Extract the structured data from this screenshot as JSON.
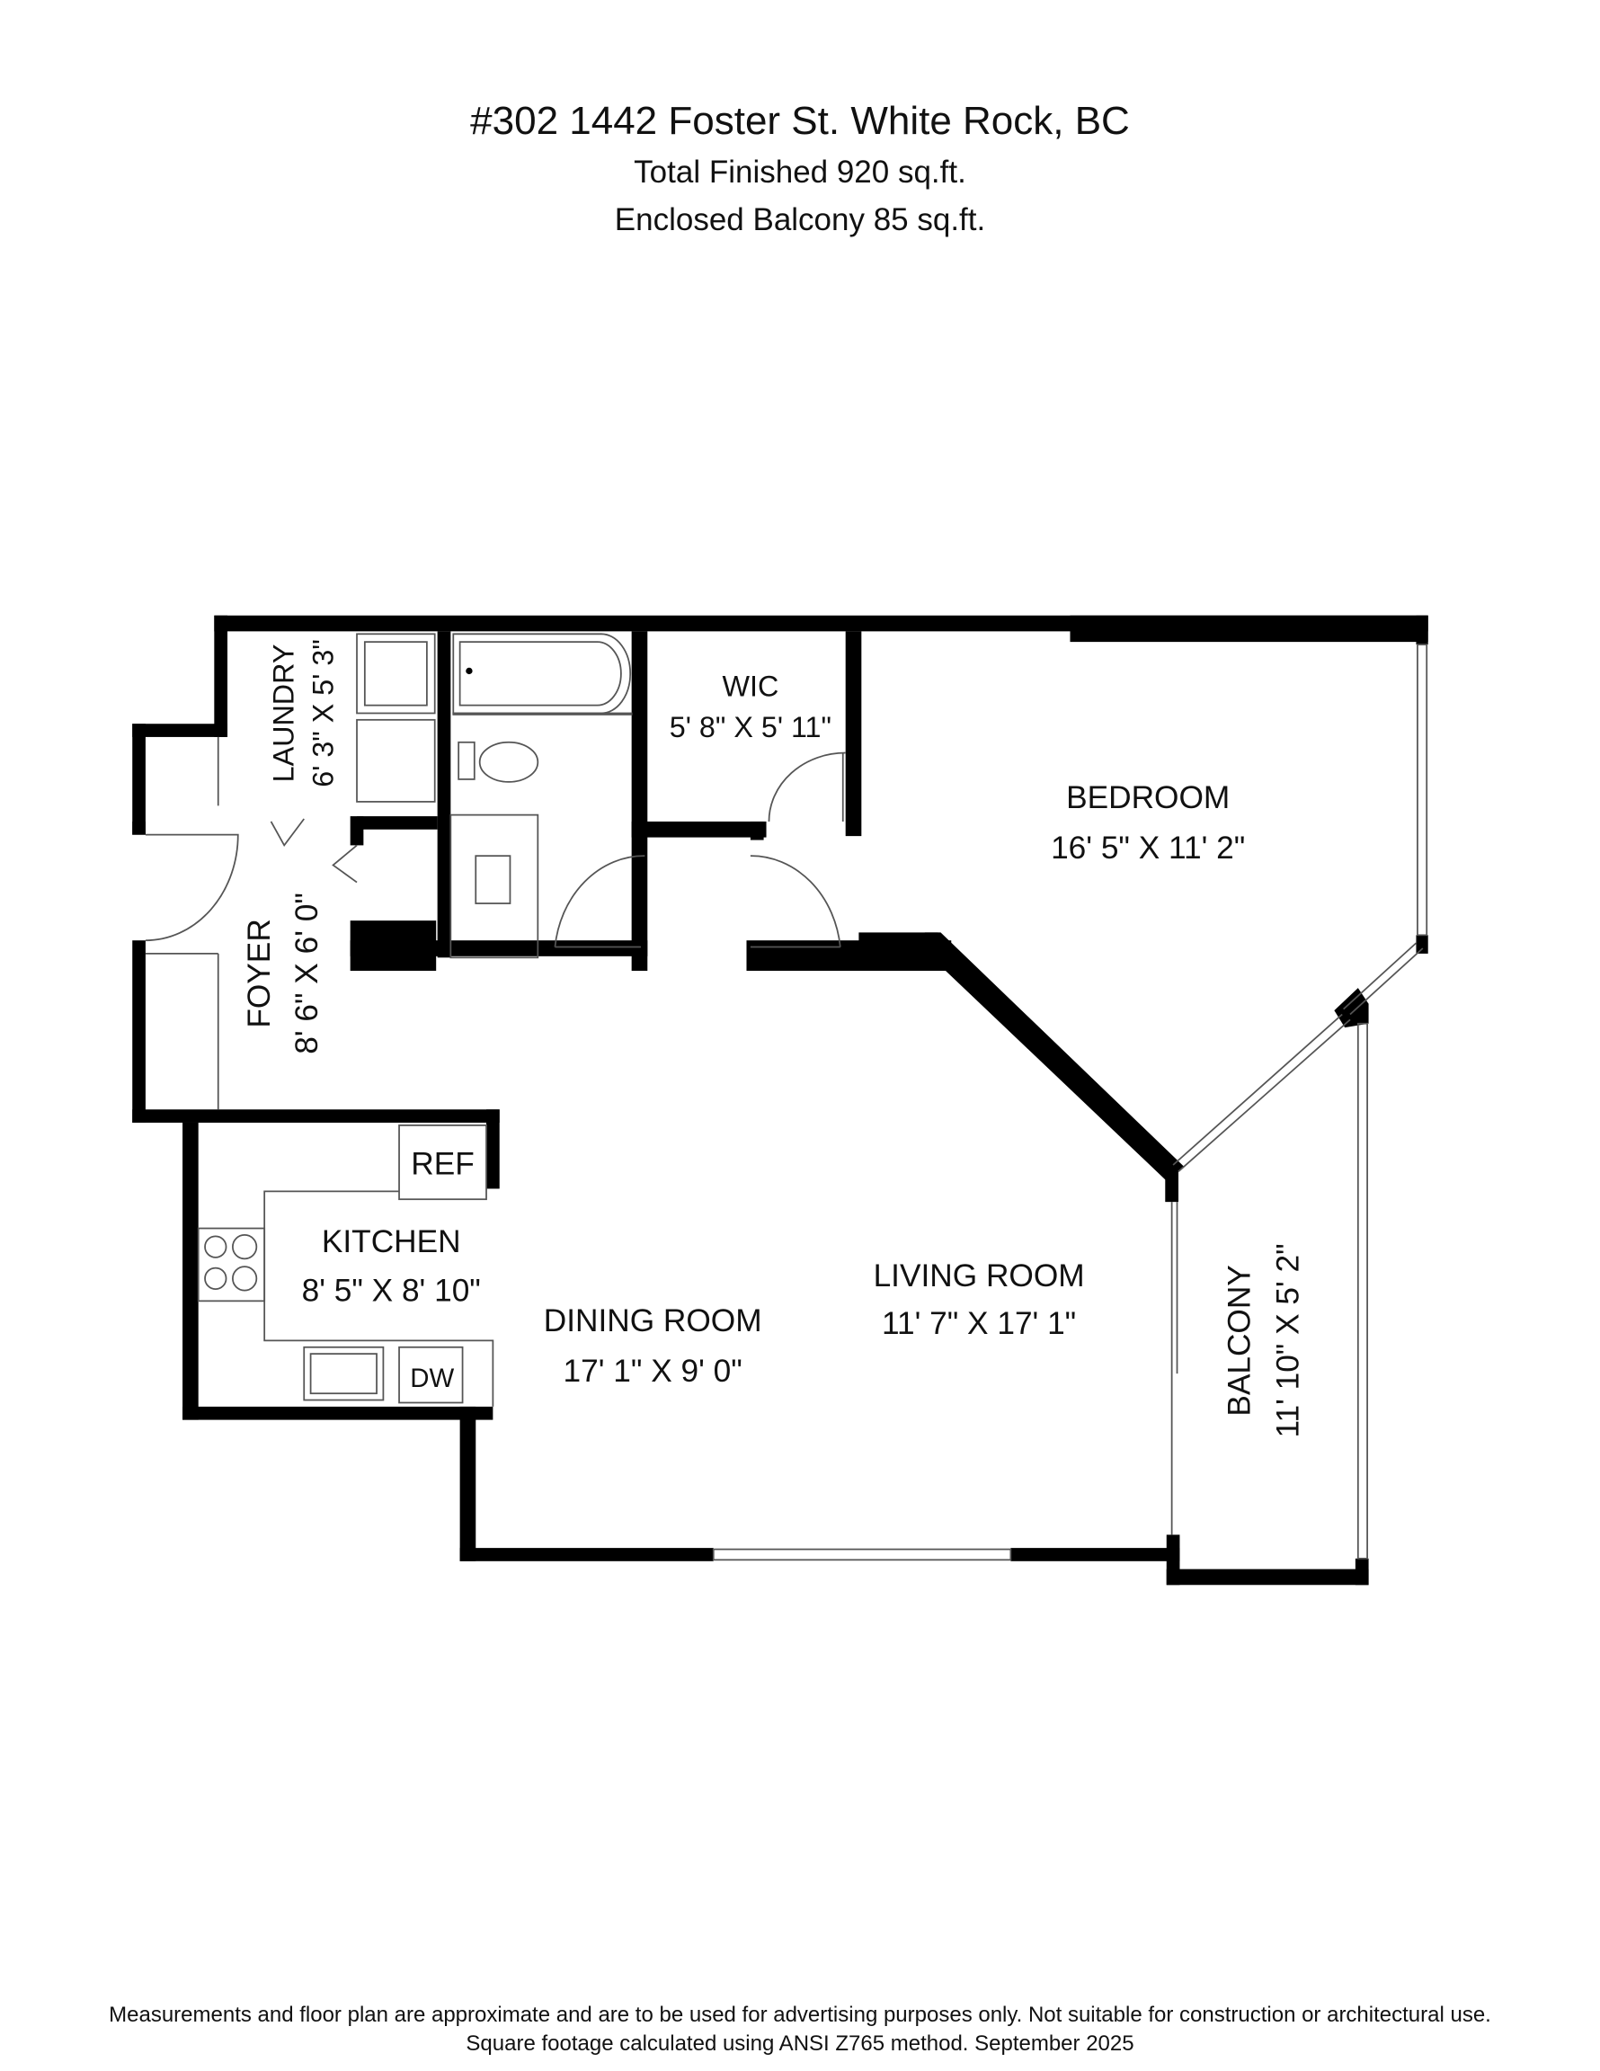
{
  "header": {
    "address": "#302 1442 Foster St. White Rock, BC",
    "total_finished": "Total Finished   920 sq.ft.",
    "enclosed_balcony": "Enclosed Balcony  85 sq.ft."
  },
  "rooms": {
    "laundry": {
      "name": "LAUNDRY",
      "size": "6' 3\" X 5' 3\""
    },
    "wic": {
      "name": "WIC",
      "size": "5' 8\" X 5' 11\""
    },
    "bedroom": {
      "name": "BEDROOM",
      "size": "16' 5\" X 11' 2\""
    },
    "foyer": {
      "name": "FOYER",
      "size": "8' 6\" X 6' 0\""
    },
    "kitchen": {
      "name": "KITCHEN",
      "size": "8' 5\" X 8' 10\""
    },
    "dining": {
      "name": "DINING ROOM",
      "size": "17' 1\" X 9' 0\""
    },
    "living": {
      "name": "LIVING ROOM",
      "size": "11' 7\" X 17' 1\""
    },
    "balcony": {
      "name": "BALCONY",
      "size": "11' 10\" X 5' 2\""
    }
  },
  "fixtures": {
    "ref": "REF",
    "dw": "DW"
  },
  "footer": {
    "disclaimer": "Measurements and floor plan are approximate and are to be used for advertising purposes only. Not suitable for construction or architectural use.",
    "method": "Square footage calculated using ANSI Z765 method. September 2025"
  }
}
